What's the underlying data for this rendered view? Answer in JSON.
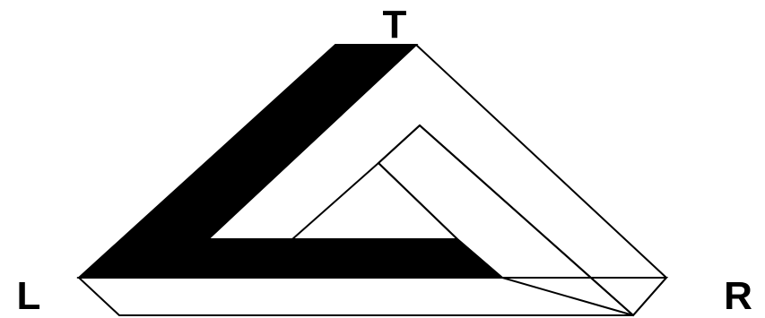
{
  "diagram": {
    "labels": {
      "top": "T",
      "left": "L",
      "right": "R"
    },
    "colors": {
      "background": "#ffffff",
      "shaded_face": "#000000",
      "outline": "#000000",
      "open_face": "#ffffff"
    }
  }
}
